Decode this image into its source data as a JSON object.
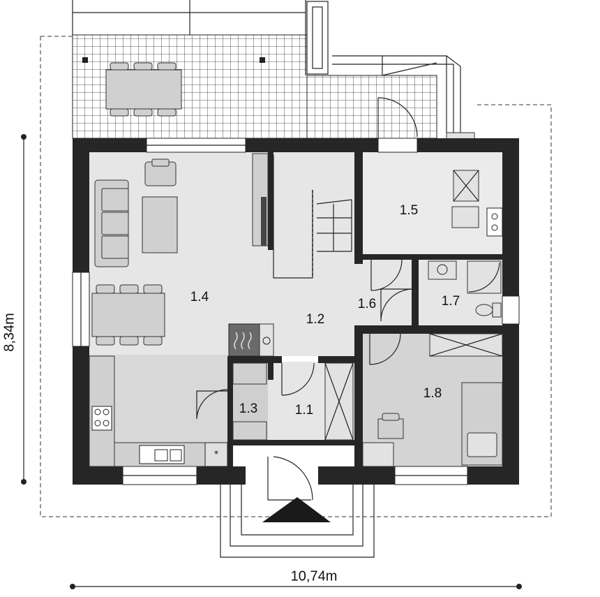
{
  "rooms": [
    {
      "id": "1.1",
      "label": "1.1"
    },
    {
      "id": "1.2",
      "label": "1.2"
    },
    {
      "id": "1.3",
      "label": "1.3"
    },
    {
      "id": "1.4",
      "label": "1.4"
    },
    {
      "id": "1.5",
      "label": "1.5"
    },
    {
      "id": "1.6",
      "label": "1.6"
    },
    {
      "id": "1.7",
      "label": "1.7"
    },
    {
      "id": "1.8",
      "label": "1.8"
    }
  ],
  "dimensions": {
    "width": "10,74m",
    "height": "8,34m"
  },
  "colors": {
    "wall": "#262626",
    "floor_light": "#e6e6e6",
    "floor_mid": "#d4d4d4",
    "floor_dark": "#c8c8c8",
    "terrace_grid": "#222222"
  }
}
